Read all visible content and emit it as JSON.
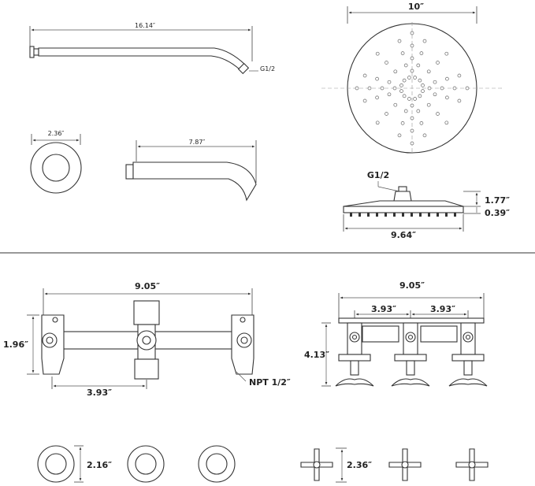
{
  "sheet": {
    "shower_arm": {
      "length": "16.14″",
      "thread": "G1/2"
    },
    "flange_small": {
      "diameter": "2.36″"
    },
    "spout": {
      "length": "7.87″"
    },
    "shower_head": {
      "diameter": "10″",
      "thread": "G1/2",
      "neck_height": "1.77″",
      "plate_thickness": "0.39″",
      "plate_width": "9.64″"
    },
    "valve_front": {
      "overall_width": "9.05″",
      "height": "1.96″",
      "spacing": "3.93″",
      "inlet": "NPT 1/2″"
    },
    "valve_side": {
      "overall_width": "9.05″",
      "spacing_left": "3.93″",
      "spacing_right": "3.93″",
      "height": "4.13″"
    },
    "escutcheon": {
      "diameter": "2.16″"
    },
    "cross_handle": {
      "size": "2.36″"
    }
  }
}
